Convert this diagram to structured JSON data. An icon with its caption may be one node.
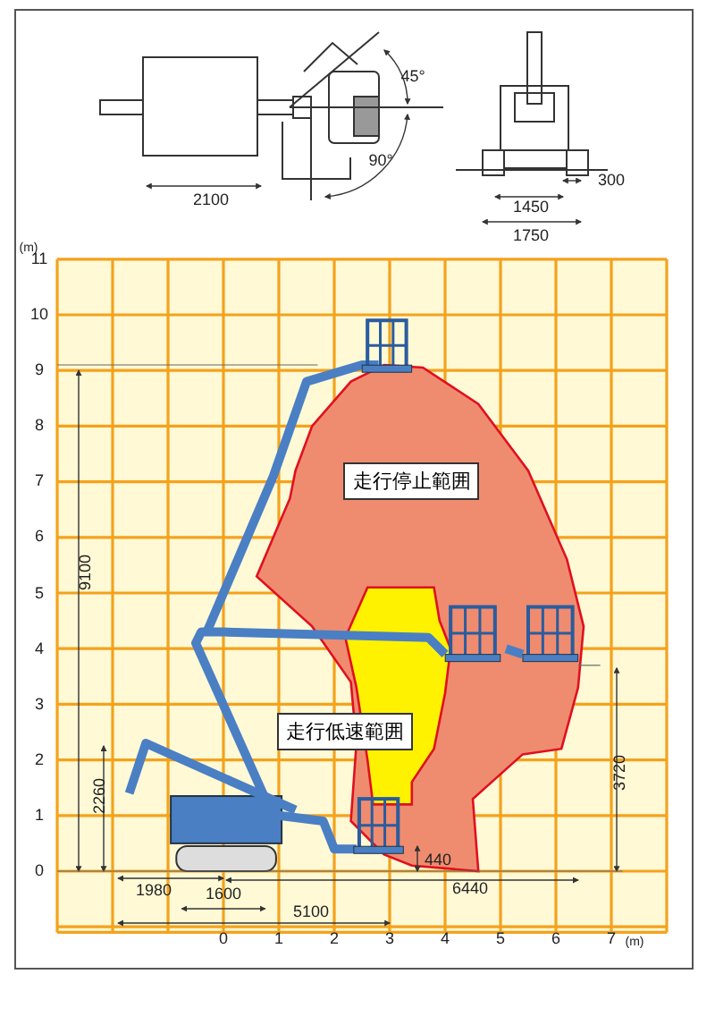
{
  "diagram": {
    "nodes": [
      {
        "text": [
          "走行停止範囲"
        ]
      },
      {
        "text": [
          "走行低速範囲"
        ]
      }
    ],
    "edges": [],
    "labels": [
      "2100",
      "45°",
      "90°",
      "300",
      "1450",
      "1750",
      "(m)",
      "11",
      "10",
      "9",
      "8",
      "7",
      "6",
      "5",
      "4",
      "3",
      "2",
      "1",
      "0",
      "9100",
      "2260",
      "3720",
      "440",
      "1980",
      "1600",
      "6440",
      "5100",
      "0",
      "1",
      "2",
      "3",
      "4",
      "5",
      "6",
      "7",
      "(m)"
    ]
  }
}
